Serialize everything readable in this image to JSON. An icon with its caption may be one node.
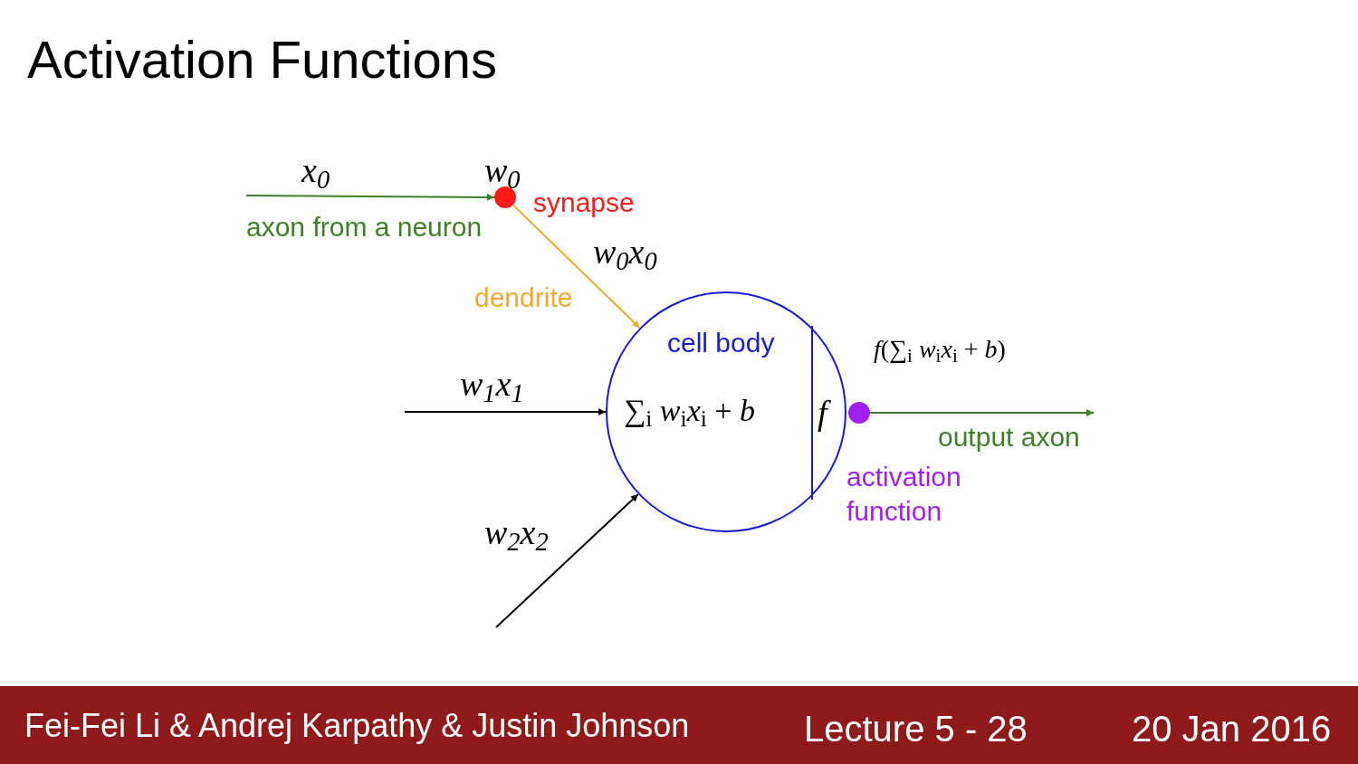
{
  "diagram": {
    "title": "Activation Functions",
    "nodes": [
      {
        "text": [],
        "shape": "circle",
        "beside": [
          "synapse"
        ]
      },
      {
        "text": [
          "cell body",
          "∑$_{i}$ *w*$_{i}$*x*$_{i}$ + *b*",
          "*f*"
        ]
      },
      {
        "text": [],
        "shape": "circle"
      }
    ],
    "edges": [
      {
        "from": null,
        "to": 0,
        "arrow": "to",
        "label": "axon from a neuron",
        "color": "#3f7f2a"
      },
      {
        "from": 0,
        "to": 1,
        "arrow": "to",
        "label": "dendrite",
        "color": "#f0a830"
      },
      {
        "from": null,
        "to": 1,
        "arrow": "to",
        "color": "#000000"
      },
      {
        "from": null,
        "to": 1,
        "arrow": "to",
        "color": "#000000"
      },
      {
        "from": 2,
        "to": null,
        "arrow": "to",
        "label": "output axon",
        "color": "#3f7f2a"
      }
    ],
    "labels": [
      "x$_{0}$",
      "w$_{0}$",
      "w$_{0}$x$_{0}$",
      "*f*(∑$_{i}$ *w*$_{i}$*x*$_{i}$ + *b*)",
      "w$_{1}$x$_{1}$",
      "w$_{2}$x$_{2}$",
      "activation function",
      "Fei-Fei Li & Andrej Karpathy & Justin Johnson",
      "Lecture 5 - 28",
      "20 Jan 2016"
    ]
  }
}
